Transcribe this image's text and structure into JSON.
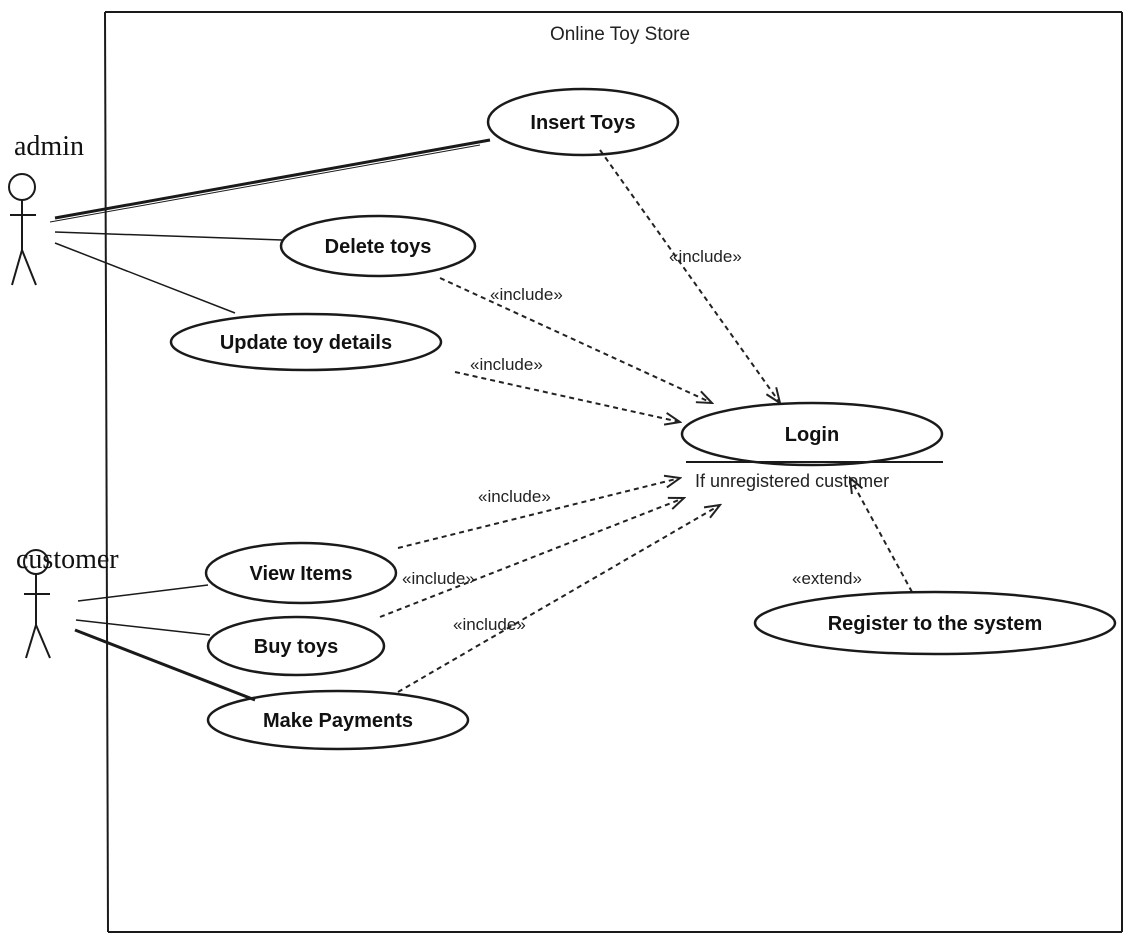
{
  "system": {
    "title": "Online Toy Store"
  },
  "actors": {
    "admin": "admin",
    "customer": "customer"
  },
  "use_cases": {
    "insert_toys": "Insert Toys",
    "delete_toys": "Delete toys",
    "update_toy_details": "Update toy details",
    "login": "Login",
    "login_condition": "If unregistered customer",
    "view_items": "View Items",
    "buy_toys": "Buy toys",
    "make_payments": "Make Payments",
    "register": "Register to the system"
  },
  "relations": {
    "include": "«include»",
    "extend": "«extend»"
  }
}
